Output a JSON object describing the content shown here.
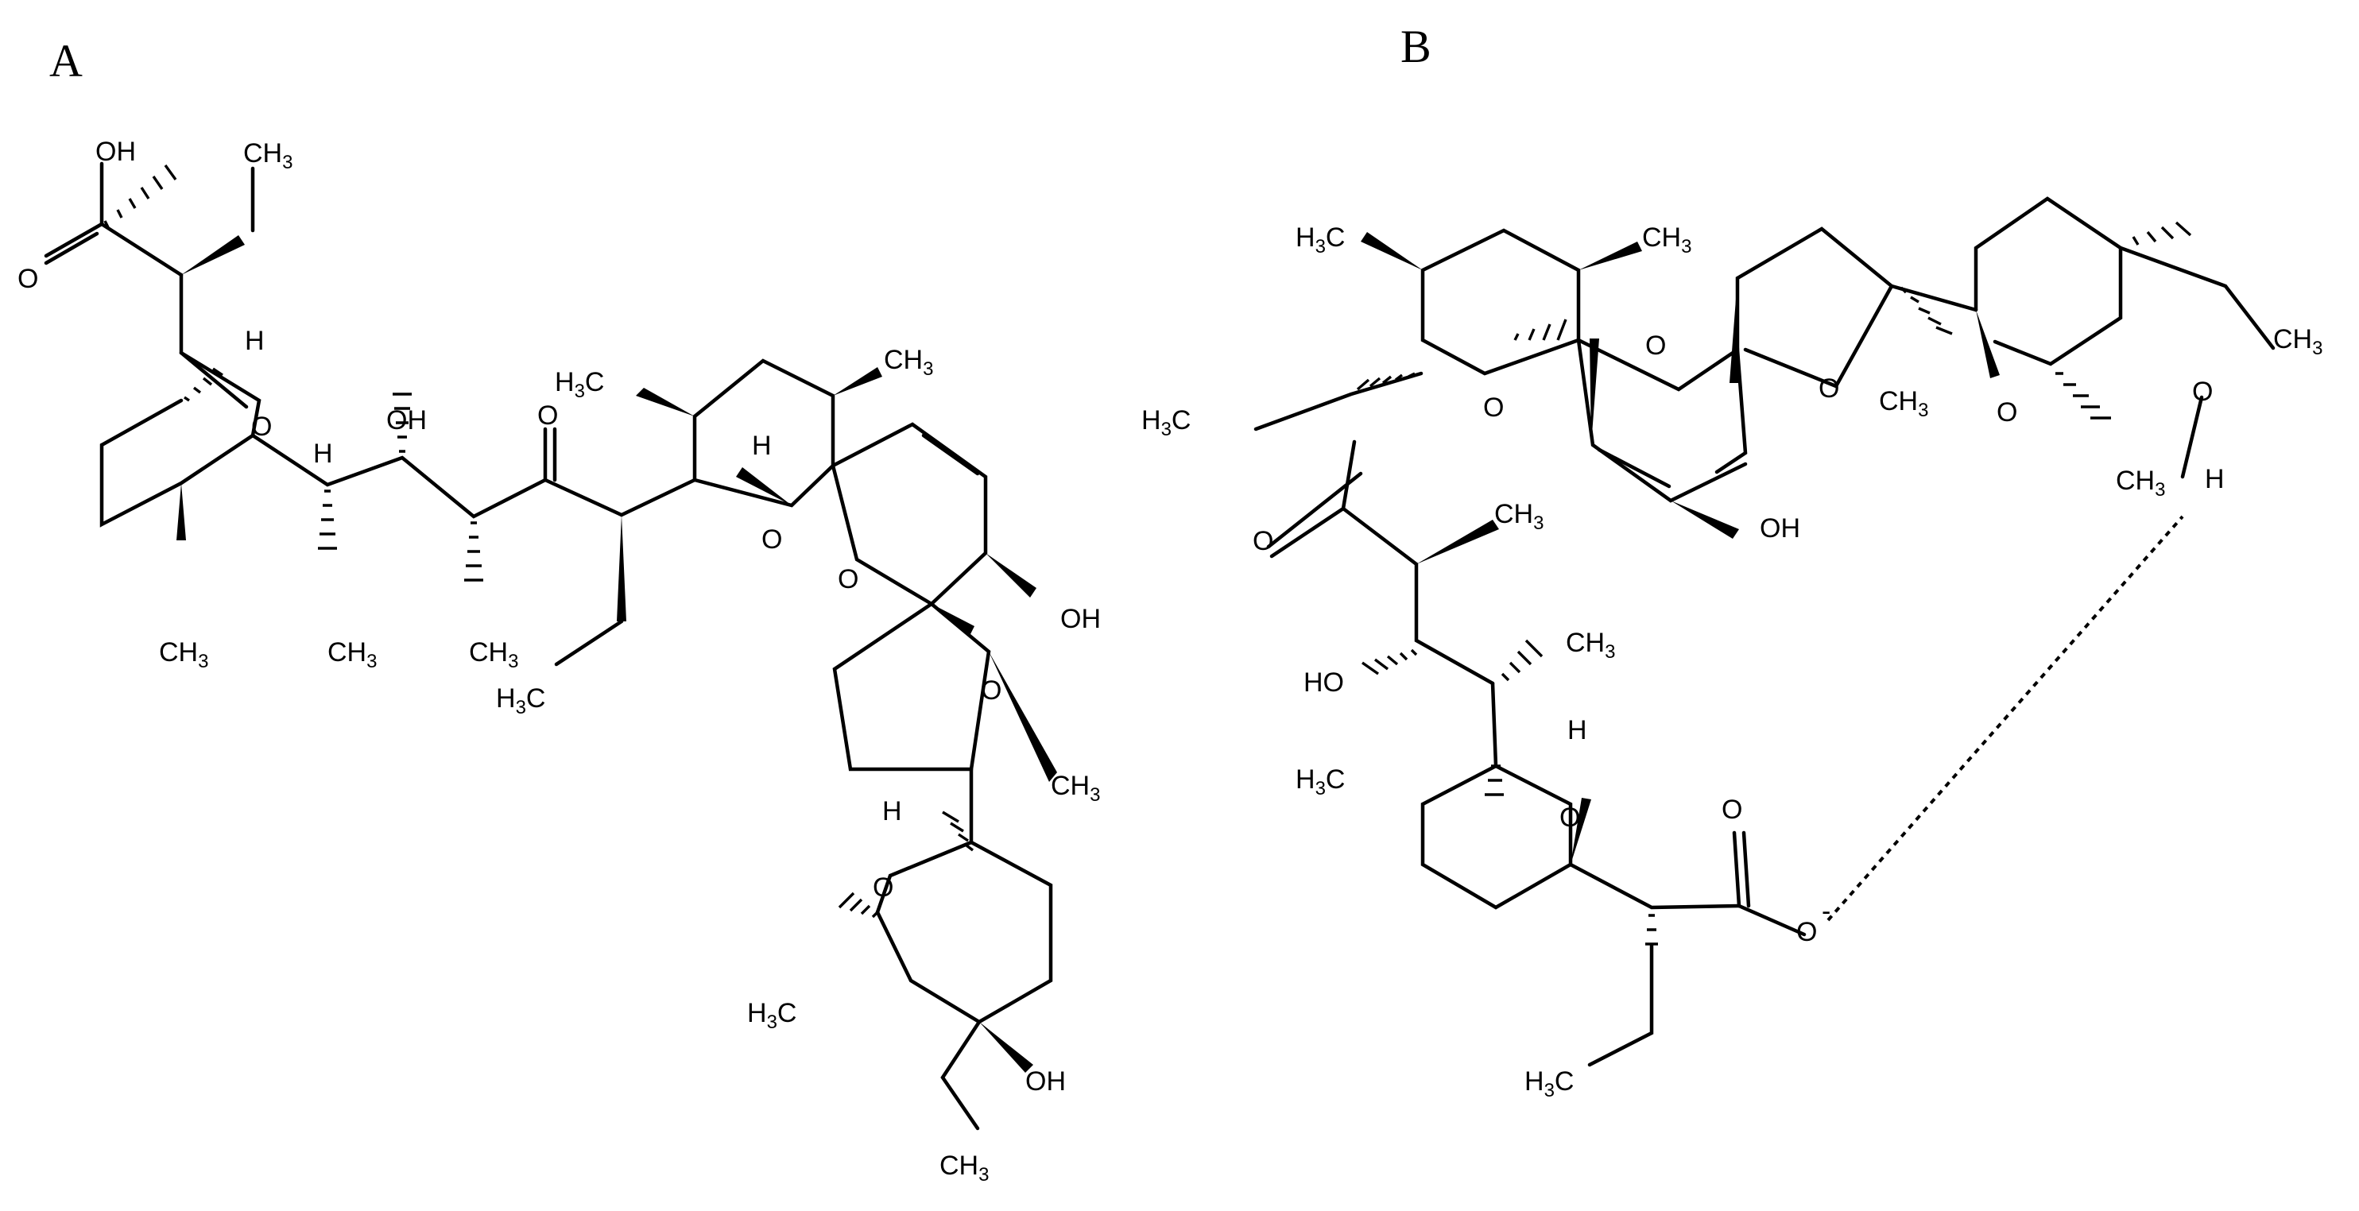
{
  "panels": [
    {
      "letter": "A",
      "labels": {
        "oh_acid": "OH",
        "o_carbonyl_acid": "O",
        "ch3_1": "CH3",
        "h_c2": "H",
        "o_ring1": "O",
        "h_ring1": "H",
        "ch3_ring1": "CH3",
        "oh_c7": "OH",
        "ch3_c6": "CH3",
        "o_ketone": "O",
        "ch3_c8": "CH3",
        "h3c_ethyl": "H3C",
        "h3c_ring2": "H3C",
        "ch3_ring2": "CH3",
        "h_ring2": "H",
        "o_ring2": "O",
        "o_spiro": "O",
        "oh_ring3": "OH",
        "o_thf": "O",
        "ch3_thf": "CH3",
        "h_ring4": "H",
        "o_ring4": "O",
        "h3c_ring4": "H3C",
        "oh_ring4": "OH",
        "ch3_ethyl_end": "CH3"
      }
    },
    {
      "letter": "B",
      "labels": {
        "h3c_top": "H3C",
        "ch3_top": "CH3",
        "o_ring_a": "O",
        "o_spiro_b": "O",
        "o_thf_b": "O",
        "ch3_thf_b": "CH3",
        "o_ring_c": "O",
        "ch3_ring_c": "CH3",
        "ch3_ethyl_top": "CH3",
        "o_hbond": "O",
        "h_hbond": "H",
        "h3c_left": "H3C",
        "o_ketone_b": "O",
        "ch3_mid": "CH3",
        "oh_ring_b": "OH",
        "ho_b": "HO",
        "ch3_low": "CH3",
        "h_low": "H",
        "h3c_ring_d": "H3C",
        "o_ring_d": "O",
        "o_carboxyl": "O",
        "o_minus": "O",
        "minus": "-",
        "h3c_bottom": "H3C"
      }
    }
  ]
}
